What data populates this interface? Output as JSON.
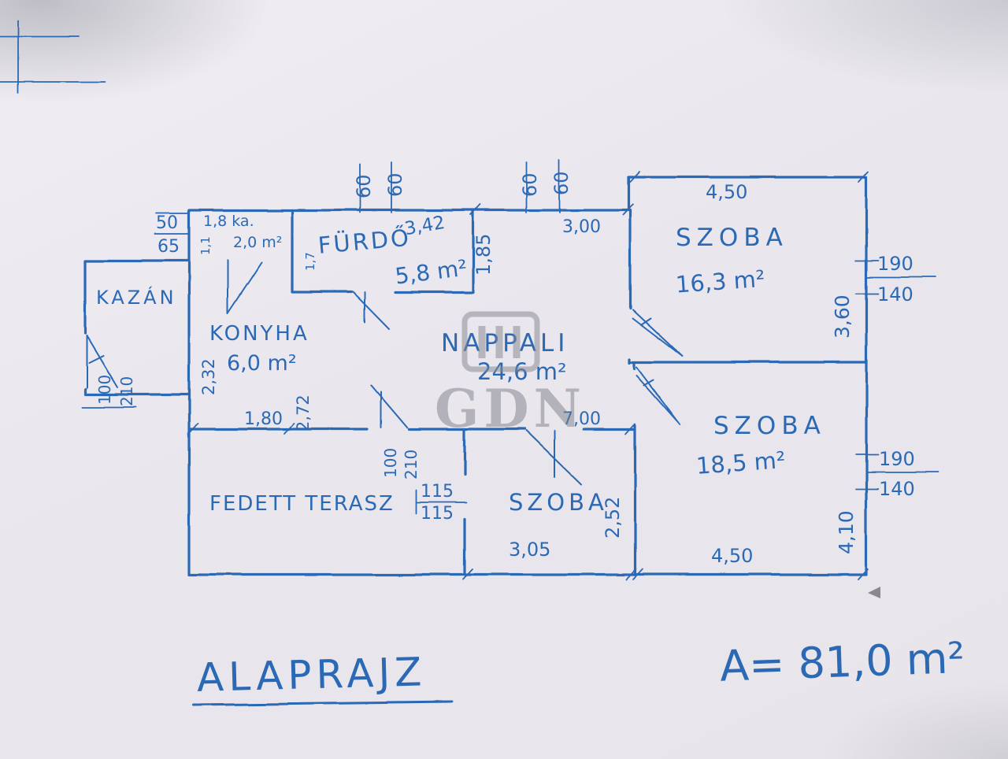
{
  "page": {
    "title": "ALAPRAJZ",
    "total_area": "A= 81,0 m²",
    "watermark": "GDN"
  },
  "rooms": {
    "kazan": {
      "name": "KAZÁN"
    },
    "entry": {
      "label": "1,8 ka.",
      "area": "2,0 m²"
    },
    "konyha": {
      "name": "KONYHA",
      "area": "6,0 m²"
    },
    "furdo": {
      "name": "FÜRDŐ",
      "area": "5,8 m²"
    },
    "nappali": {
      "name": "NAPPALI",
      "area": "24,6 m²"
    },
    "szoba_tr": {
      "name": "SZOBA",
      "area": "16,3 m²"
    },
    "szoba_br": {
      "name": "SZOBA",
      "area": "18,5 m²"
    },
    "szoba_bm": {
      "name": "SZOBA"
    },
    "terasz": {
      "name": "FEDETT TERASZ"
    }
  },
  "dims": {
    "furdo_width": "3,42",
    "furdo_depth": "1,85",
    "win60_a": "60",
    "win60_b": "60",
    "win60_c": "60",
    "win60_d": "60",
    "szoba_tr_width": "4,50",
    "szoba_tr_depth": "3,60",
    "nappali_window": "3,00",
    "win_r1_top": "190",
    "win_r1_bottom": "140",
    "win_r2_top": "190",
    "win_r2_bottom": "140",
    "szoba_br_width": "4,50",
    "szoba_br_depth": "4,10",
    "szoba_bm_width": "3,05",
    "szoba_bm_depth": "2,52",
    "konyha_width": "1,80",
    "house_width": "7,00",
    "konyha_depth": "2,32",
    "hall_depth": "2,72",
    "wall_a": "50",
    "wall_b": "65",
    "door1_w": "100",
    "door1_h": "210",
    "door2_w": "100",
    "door2_h": "210",
    "door3_a": "115",
    "door3_b": "115",
    "small_a": "1,1",
    "small_b": "1,7"
  }
}
